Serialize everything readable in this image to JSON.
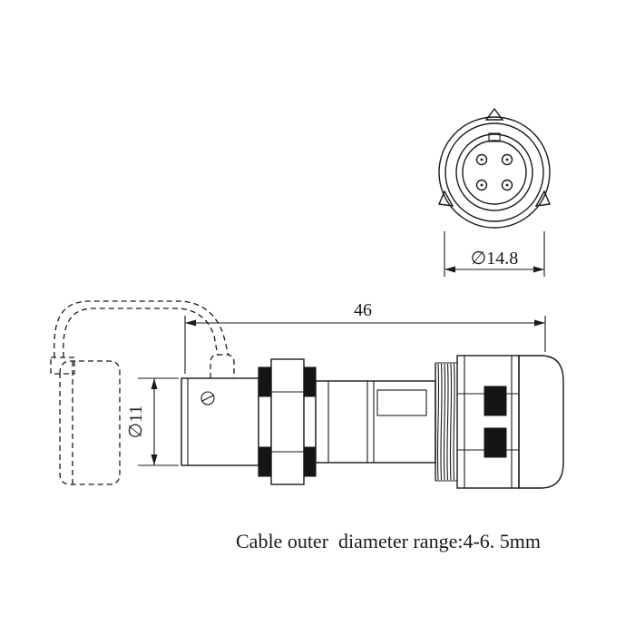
{
  "drawing": {
    "dim_length": "46",
    "dim_front_diameter": "∅14.8",
    "dim_body_diameter": "∅11",
    "note": "Cable outer  diameter range:4-6. 5mm"
  }
}
